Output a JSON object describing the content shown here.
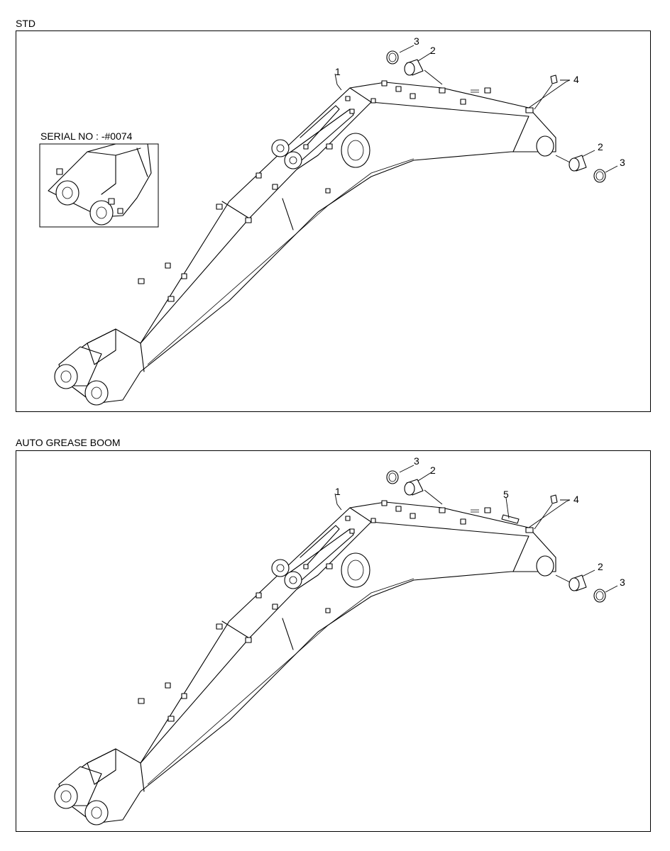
{
  "sections": [
    {
      "title": "STD",
      "inset_label": "SERIAL NO : -#0074",
      "callouts": {
        "boom": "1",
        "bushing_top": "2",
        "seal_top": "3",
        "fitting": "4",
        "bushing_right": "2",
        "seal_right": "3"
      }
    },
    {
      "title": "AUTO GREASE BOOM",
      "callouts": {
        "boom": "1",
        "bushing_top": "2",
        "seal_top": "3",
        "fitting": "4",
        "hose": "5",
        "bushing_right": "2",
        "seal_right": "3"
      }
    }
  ]
}
